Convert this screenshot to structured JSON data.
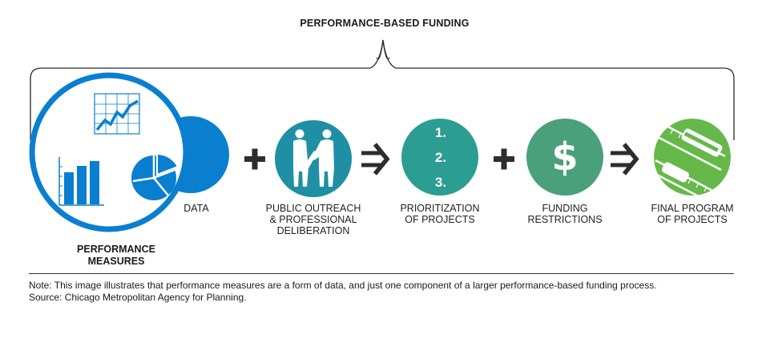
{
  "title": "PERFORMANCE-BASED FUNDING",
  "colors": {
    "blue": "#0a7fd0",
    "teal": "#1f8fa6",
    "teal_green": "#2c9d92",
    "green": "#4aa07a",
    "lime": "#66b84a",
    "dark": "#2d2d2d"
  },
  "performance_measures": {
    "label_line1": "PERFORMANCE",
    "label_line2": "MEASURES",
    "icons": [
      "line-chart-icon",
      "bar-chart-icon",
      "pie-chart-icon"
    ]
  },
  "steps": [
    {
      "icon": "data-icon",
      "line1": "DATA",
      "line2": "",
      "line3": ""
    },
    {
      "icon": "handshake-people-icon",
      "line1": "PUBLIC OUTREACH",
      "line2": "& PROFESSIONAL",
      "line3": "DELIBERATION"
    },
    {
      "icon": "numbered-list-icon",
      "line1": "PRIORITIZATION",
      "line2": "OF PROJECTS",
      "line3": "",
      "items": [
        "1.",
        "2.",
        "3."
      ]
    },
    {
      "icon": "dollar-icon",
      "line1": "FUNDING",
      "line2": "RESTRICTIONS",
      "line3": "",
      "symbol": "$"
    },
    {
      "icon": "transit-icon",
      "line1": "FINAL PROGRAM",
      "line2": "OF PROJECTS",
      "line3": ""
    }
  ],
  "operators": [
    "+",
    "⇒",
    "+",
    "⇒"
  ],
  "note": {
    "line1": "Note: This image illustrates that performance measures are a form of data, and just one component of a larger performance-based funding process.",
    "line2": "Source: Chicago Metropolitan Agency for Planning."
  }
}
